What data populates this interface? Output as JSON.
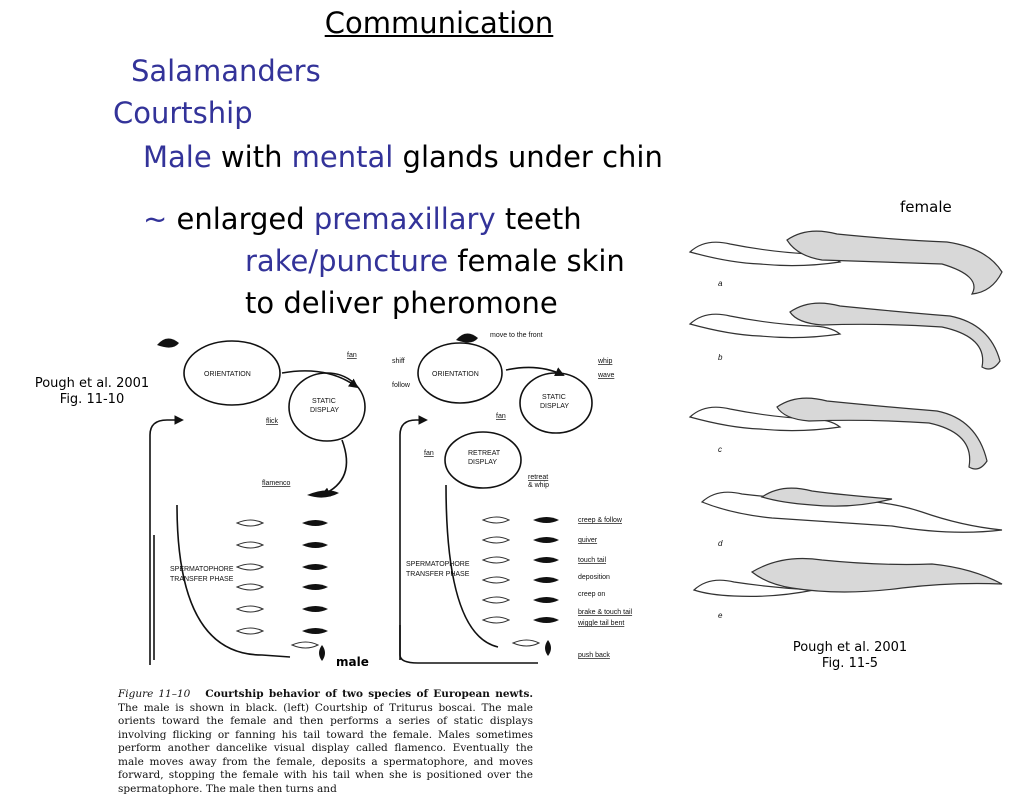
{
  "slide": {
    "title": "Communication",
    "line1": "Salamanders",
    "line2": "Courtship",
    "line3": {
      "a": "Male",
      "b": " with ",
      "c": "mental",
      "d": " glands under chin"
    },
    "line4": {
      "a": "~ ",
      "b": "enlarged ",
      "c": "premaxillary",
      "d": " teeth"
    },
    "line5": {
      "a": "rake/puncture",
      "b": " female skin"
    },
    "line6": "to deliver pheromone",
    "colors": {
      "accent": "#333399",
      "text": "#000000"
    }
  },
  "citations": {
    "left": {
      "line1": "Pough et al. 2001",
      "line2": "Fig. 11-10"
    },
    "right": {
      "line1": "Pough et al. 2001",
      "line2": "Fig. 11-5"
    }
  },
  "labels": {
    "female": "female",
    "male": "male"
  },
  "diagram_left": {
    "orientation": "ORIENTATION",
    "static1": "STATIC",
    "static2": "DISPLAY",
    "fan": "fan",
    "flick": "flick",
    "flamenco": "flamenco",
    "sp1": "SPERMATOPHORE",
    "sp2": "TRANSFER PHASE"
  },
  "diagram_right": {
    "move_front": "move to the front",
    "shiff": "shiff",
    "follow": "follow",
    "orientation": "ORIENTATION",
    "whip": "whip",
    "wave": "wave",
    "static1": "STATIC",
    "static2": "DISPLAY",
    "fan1": "fan",
    "fan2": "fan",
    "retreat1": "RETREAT",
    "retreat2": "DISPLAY",
    "retreat_whip1": "retreat",
    "retreat_whip2": "& whip",
    "sp1": "SPERMATOPHORE",
    "sp2": "TRANSFER PHASE",
    "steps": [
      "creep & follow",
      "quiver",
      "touch tail",
      "deposition",
      "creep on",
      "brake & touch tail",
      "wiggle tail bent",
      "push back"
    ]
  },
  "figure_right": {
    "panels": [
      "a",
      "b",
      "c",
      "d",
      "e"
    ]
  },
  "caption": {
    "label": "Figure 11–10",
    "title": "Courtship behavior of two species of European newts.",
    "body": " The male is shown in black. (left) Courtship of Triturus boscai. The male orients toward the female and then performs a series of static displays involving flicking or fanning his tail toward the female. Males sometimes perform another dancelike visual display called flamenco. Eventually the male moves away from the female, deposits a spermatophore, and moves forward, stopping the female with his tail when she is positioned over the spermatophore. The male then turns and"
  }
}
